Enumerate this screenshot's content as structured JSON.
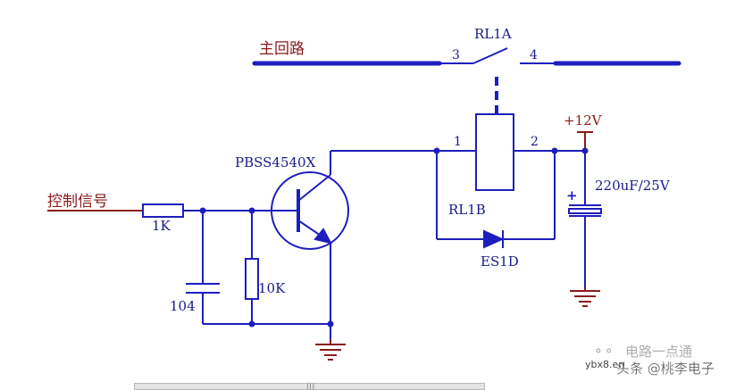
{
  "labels": {
    "main_loop": "主回路",
    "control_signal": "控制信号",
    "relay_contact": "RL1A",
    "relay_coil": "RL1B",
    "pin3": "3",
    "pin4": "4",
    "pin1": "1",
    "pin2": "2",
    "transistor": "PBSS4540X",
    "r1": "1K",
    "r2": "10K",
    "c1": "104",
    "diode": "ES1D",
    "supply": "+12V",
    "c2": "220uF/25V",
    "capacitor_plus": "+"
  },
  "watermark": {
    "line1": "电路一点通",
    "line2": "头条 @桃李电子",
    "url": "ybx8.en"
  },
  "colors": {
    "wire": "#1e1ebe",
    "label_blue": "#1a1a8c",
    "label_red": "#8b1a1a",
    "power": "#8b1a1a",
    "junction": "#1e1ebe"
  },
  "scrollbar": {
    "grip": "|||"
  }
}
